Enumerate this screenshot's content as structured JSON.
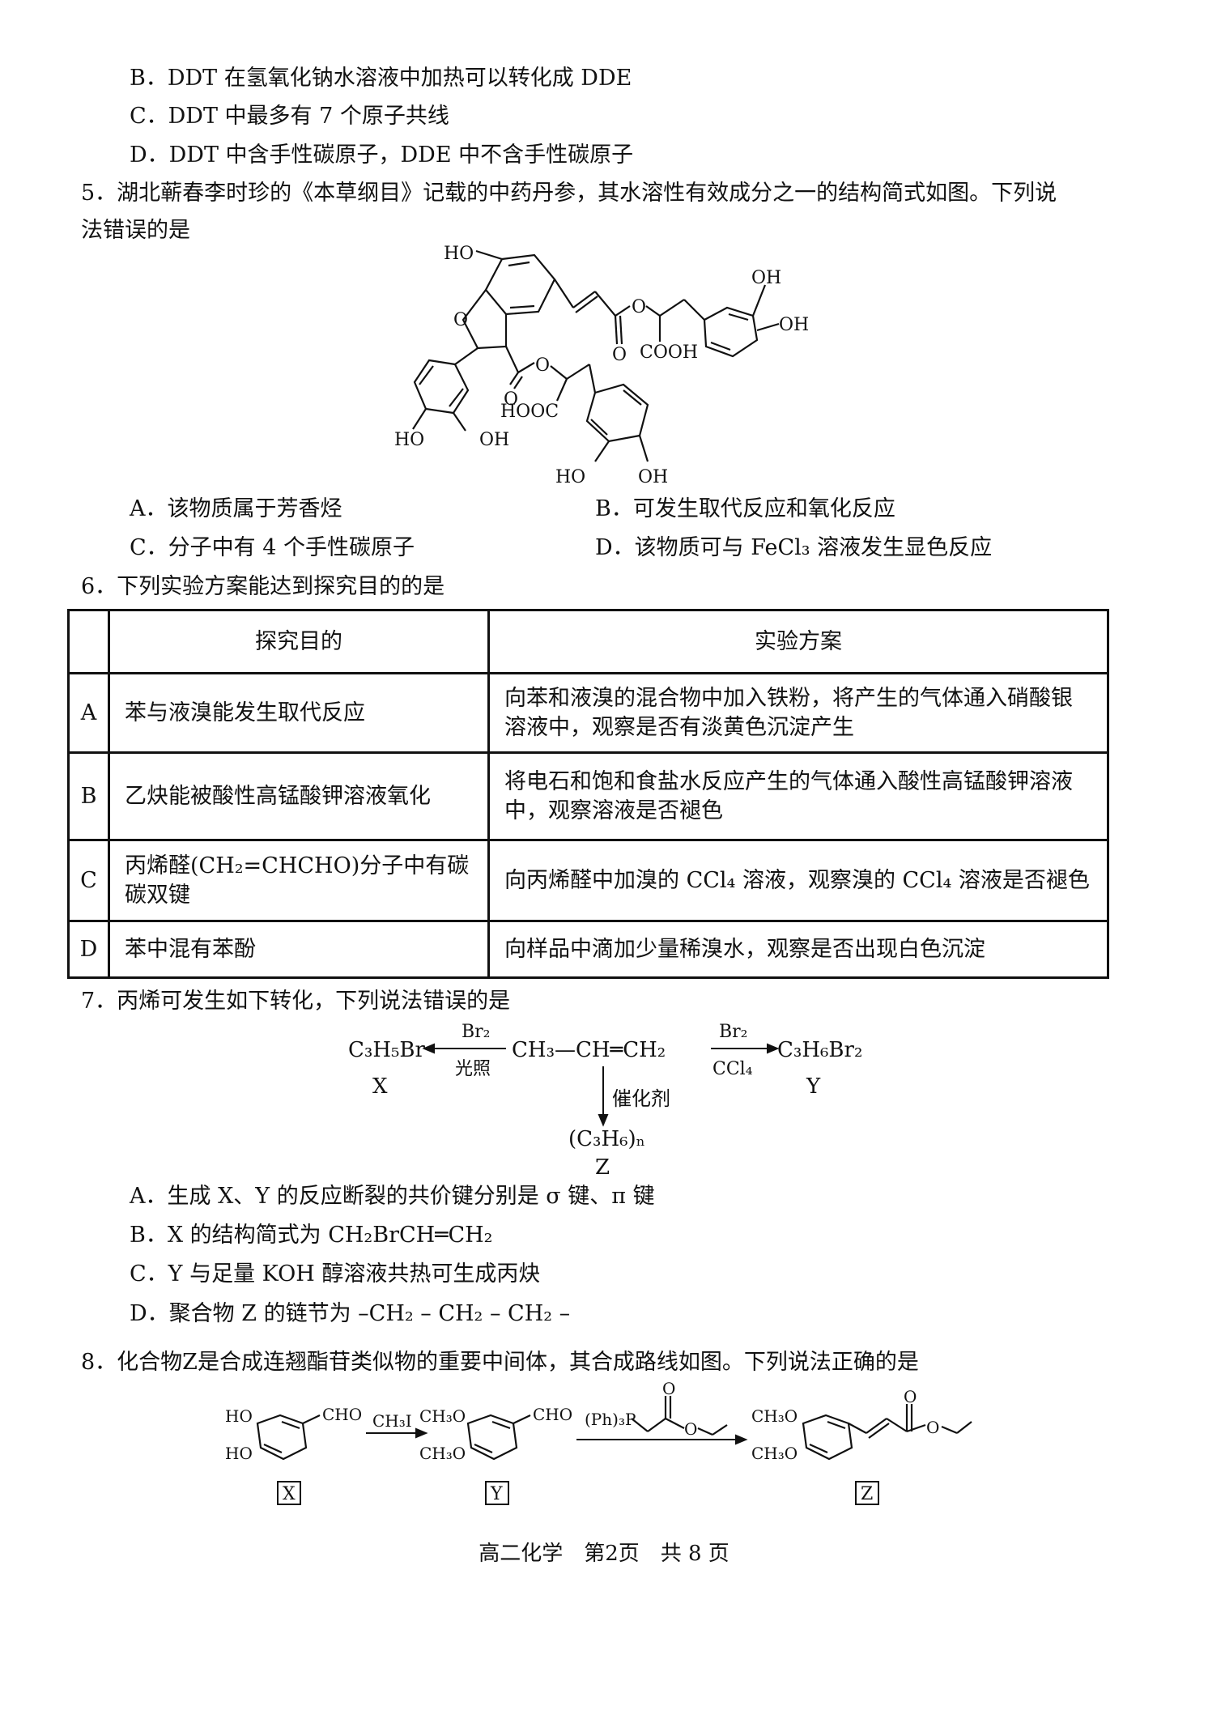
{
  "lines_top": [
    "B．DDT 在氢氧化钠水溶液中加热可以转化成 DDE",
    "C．DDT 中最多有 7 个原子共线",
    "D．DDT 中含手性碳原子，DDE 中不含手性碳原子"
  ],
  "q5": {
    "stem_1": "5．湖北蕲春李时珍的《本草纲目》记载的中药丹参，其水溶性有效成分之一的结构简式如图。下列说",
    "stem_2": "法错误的是",
    "struct_labels": {
      "ho_top": "HO",
      "o_ring": "O",
      "oh_1": "OH",
      "oh_2": "OH",
      "o_ester1": "O",
      "o_carbonyl1": "O",
      "cooh": "COOH",
      "o_ester2": "O",
      "o_carbonyl2": "O",
      "hooc": "HOOC",
      "ho_left": "HO",
      "oh_left": "OH",
      "ho_bottom": "HO",
      "oh_bottom": "OH"
    },
    "A": "A．该物质属于芳香烃",
    "B": "B．可发生取代反应和氧化反应",
    "C": "C．分子中有 4 个手性碳原子",
    "D": "D．该物质可与 FeCl₃ 溶液发生显色反应"
  },
  "q6": {
    "stem": "6．下列实验方案能达到探究目的的是",
    "headers": [
      "探究目的",
      "实验方案"
    ],
    "rows": [
      {
        "k": "A",
        "purpose": "苯与液溴能发生取代反应",
        "plan": "向苯和液溴的混合物中加入铁粉，将产生的气体通入硝酸银溶液中，观察是否有淡黄色沉淀产生"
      },
      {
        "k": "B",
        "purpose": "乙炔能被酸性高锰酸钾溶液氧化",
        "plan": "将电石和饱和食盐水反应产生的气体通入酸性高锰酸钾溶液中，观察溶液是否褪色"
      },
      {
        "k": "C",
        "purpose": "丙烯醛(CH₂=CHCHO)分子中有碳碳双键",
        "plan": "向丙烯醛中加溴的 CCl₄ 溶液，观察溴的 CCl₄ 溶液是否褪色"
      },
      {
        "k": "D",
        "purpose": "苯中混有苯酚",
        "plan": "向样品中滴加少量稀溴水，观察是否出现白色沉淀"
      }
    ]
  },
  "q7": {
    "stem": "7．丙烯可发生如下转化，下列说法错误的是",
    "scheme": {
      "x_formula": "C₃H₅Br",
      "x_label": "X",
      "br2_left": "Br₂",
      "light": "光照",
      "propene": "CH₃—CH═CH₂",
      "br2_right": "Br₂",
      "ccl4": "CCl₄",
      "y_formula": "C₃H₆Br₂",
      "y_label": "Y",
      "catalyst": "催化剂",
      "z_formula": "(C₃H₆)ₙ",
      "z_label": "Z"
    },
    "A": "A．生成 X、Y 的反应断裂的共价键分别是 σ 键、π 键",
    "B": "B．X 的结构简式为 CH₂BrCH═CH₂",
    "C": "C．Y 与足量 KOH 醇溶液共热可生成丙炔",
    "D": "D．聚合物 Z 的链节为 –CH₂ – CH₂ – CH₂ –"
  },
  "q8": {
    "stem": "8．化合物Z是合成连翘酯苷类似物的重要中间体，其合成路线如图。下列说法正确的是",
    "scheme": {
      "x_ho1": "HO",
      "x_ho2": "HO",
      "x_cho": "CHO",
      "reagent1": "CH₃I",
      "y_och3_1": "CH₃O",
      "y_och3_2": "CH₃O",
      "y_cho": "CHO",
      "reagent2": "(Ph)₃P",
      "reagent2_o": "O",
      "z_och3_1": "CH₃O",
      "z_och3_2": "CH₃O",
      "z_o1": "O",
      "z_o2": "O",
      "box_x": "X",
      "box_y": "Y",
      "box_z": "Z"
    }
  },
  "footer": "高二化学　第2页　共 8 页"
}
